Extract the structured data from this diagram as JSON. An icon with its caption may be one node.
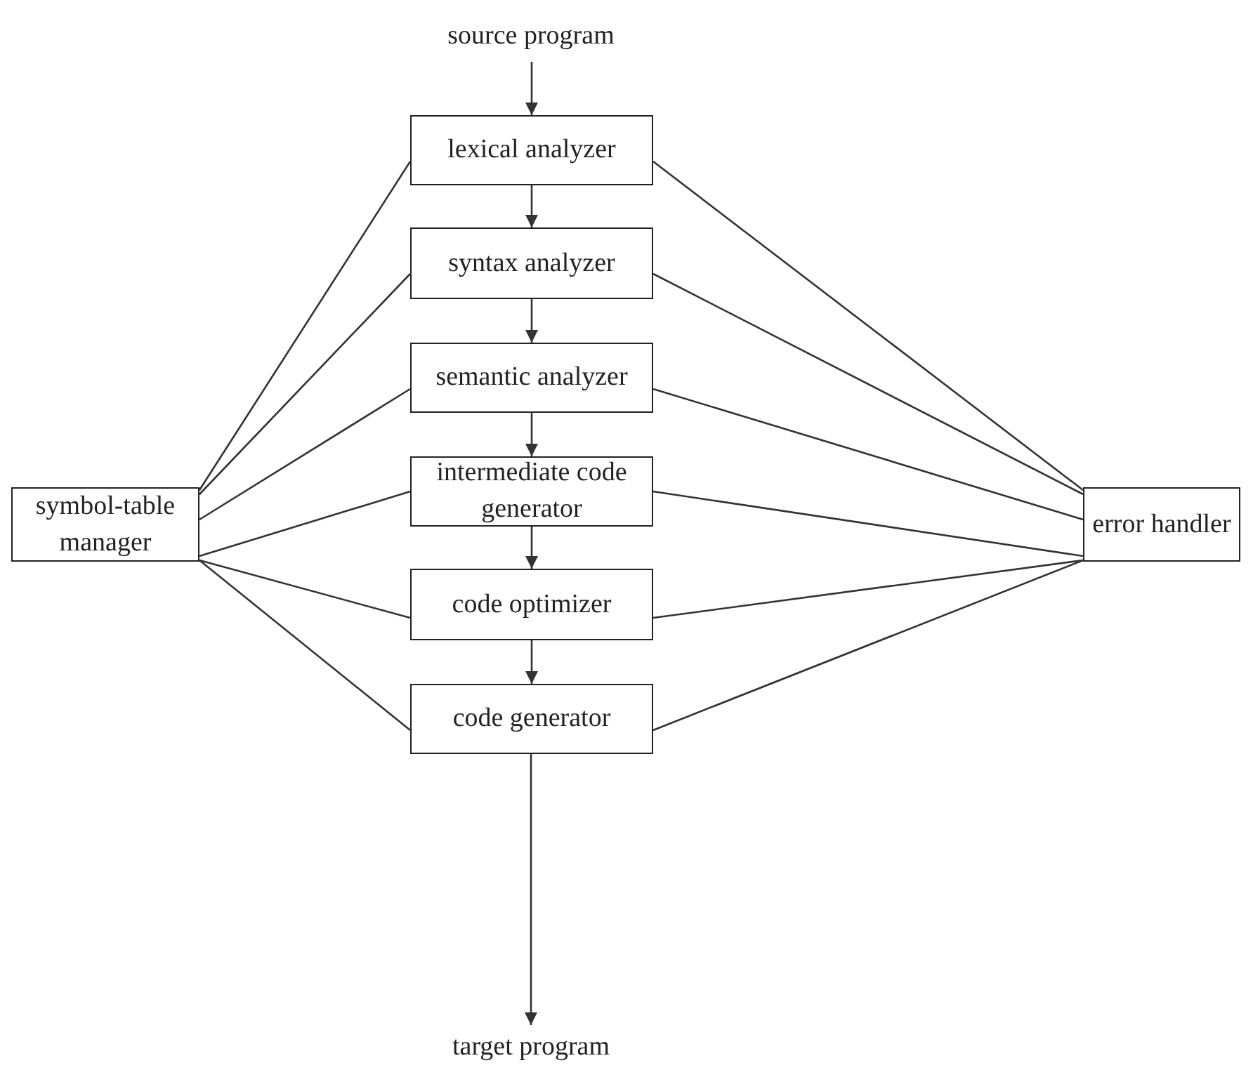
{
  "diagram": {
    "nodes": [
      {
        "text": [
          "source program"
        ]
      },
      {
        "text": [
          "lexical analyzer"
        ]
      },
      {
        "text": [
          "syntax analyzer"
        ]
      },
      {
        "text": [
          "semantic analyzer"
        ]
      },
      {
        "text": [
          "intermediate code generator"
        ]
      },
      {
        "text": [
          "code optimizer"
        ]
      },
      {
        "text": [
          "code generator"
        ]
      },
      {
        "text": [
          "target program"
        ]
      },
      {
        "text": [
          "symbol-table manager"
        ]
      },
      {
        "text": [
          "error handler"
        ]
      }
    ],
    "edges": [
      {
        "from": 0,
        "to": 1,
        "arrow": "to"
      },
      {
        "from": 1,
        "to": 2,
        "arrow": "to"
      },
      {
        "from": 2,
        "to": 3,
        "arrow": "to"
      },
      {
        "from": 3,
        "to": 4,
        "arrow": "to"
      },
      {
        "from": 4,
        "to": 5,
        "arrow": "to"
      },
      {
        "from": 5,
        "to": 6,
        "arrow": "to"
      },
      {
        "from": 6,
        "to": 7,
        "arrow": "to"
      },
      {
        "from": 8,
        "to": 1,
        "arrow": "none"
      },
      {
        "from": 8,
        "to": 2,
        "arrow": "none"
      },
      {
        "from": 8,
        "to": 3,
        "arrow": "none"
      },
      {
        "from": 8,
        "to": 4,
        "arrow": "none"
      },
      {
        "from": 8,
        "to": 5,
        "arrow": "none"
      },
      {
        "from": 8,
        "to": 6,
        "arrow": "none"
      },
      {
        "from": 9,
        "to": 1,
        "arrow": "none"
      },
      {
        "from": 9,
        "to": 2,
        "arrow": "none"
      },
      {
        "from": 9,
        "to": 3,
        "arrow": "none"
      },
      {
        "from": 9,
        "to": 4,
        "arrow": "none"
      },
      {
        "from": 9,
        "to": 5,
        "arrow": "none"
      },
      {
        "from": 9,
        "to": 6,
        "arrow": "none"
      }
    ]
  }
}
